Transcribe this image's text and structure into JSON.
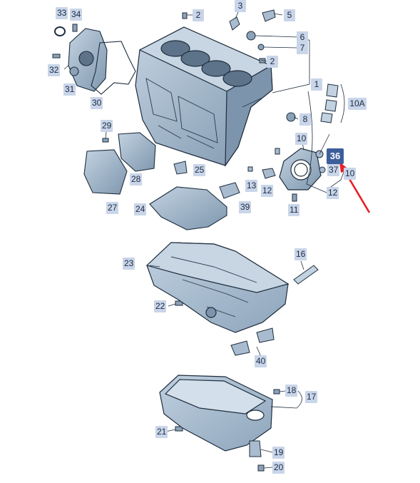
{
  "diagram": {
    "highlighted_part": "36",
    "callouts": [
      "33",
      "34",
      "3",
      "2",
      "5",
      "6",
      "7",
      "2",
      "1",
      "10A",
      "32",
      "31",
      "30",
      "8",
      "29",
      "10",
      "36",
      "37",
      "10",
      "28",
      "27",
      "25",
      "13",
      "12",
      "12",
      "11",
      "24",
      "39",
      "16",
      "23",
      "22",
      "40",
      "18",
      "17",
      "21",
      "19",
      "20"
    ]
  },
  "colors": {
    "part_fill": "#a9bccf",
    "part_dark": "#4f6478",
    "part_shadow": "#8ca2b8",
    "outline": "#1e2d3d",
    "callout_bg": "#c9d5e8",
    "callout_highlight": "#3c5e9b",
    "arrow": "#e8202a"
  }
}
